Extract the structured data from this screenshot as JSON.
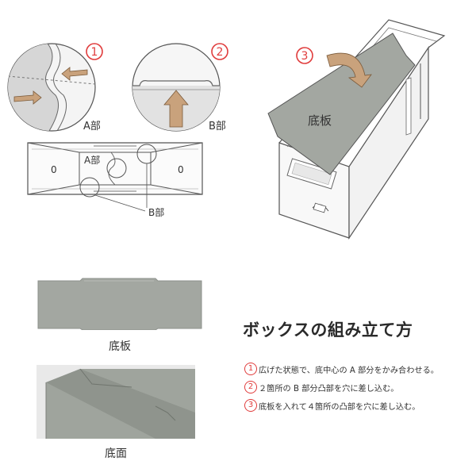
{
  "diagram": {
    "markers": {
      "one": "1",
      "two": "2",
      "three": "3"
    },
    "labels": {
      "a_part_1": "A部",
      "b_part_2": "B部",
      "a_part_box": "A部",
      "b_part_box": "B部",
      "circle_left": "0",
      "circle_right": "0",
      "bottom_board_diagram": "底板"
    }
  },
  "photos": {
    "board_caption": "底板",
    "bottom_caption": "底面"
  },
  "instructions": {
    "title": "ボックスの組み立て方",
    "steps": [
      {
        "num": "1",
        "text": "広げた状態で、底中心の A 部分をかみ合わせる。"
      },
      {
        "num": "2",
        "text": "２箇所の B 部分凸部を穴に差し込む。"
      },
      {
        "num": "3",
        "text": "底板を入れて４箇所の凸部を穴に差し込む。"
      }
    ]
  },
  "colors": {
    "accent": "#e03c3c",
    "arrow": "#c9a27c",
    "board": "#a3a7a1",
    "line": "#555555"
  }
}
